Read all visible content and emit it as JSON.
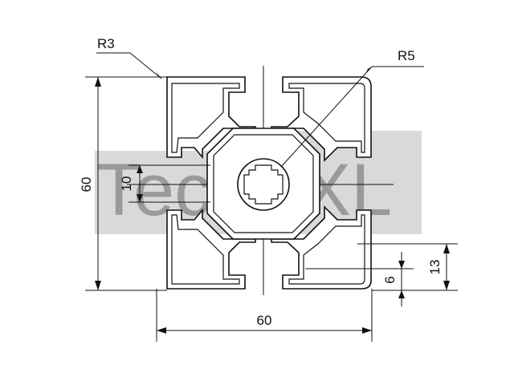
{
  "watermark": {
    "brand": "TechKXL",
    "text_color": "#9a9a9a",
    "box_color": "#d9d9d9"
  },
  "dimensions": {
    "radius_small": "R3",
    "radius_large": "R5",
    "height": "60",
    "width": "60",
    "slot_width": "10",
    "slot_depth_inner": "6",
    "slot_depth_outer": "13"
  },
  "colors": {
    "line": "#111111",
    "background": "#ffffff"
  }
}
